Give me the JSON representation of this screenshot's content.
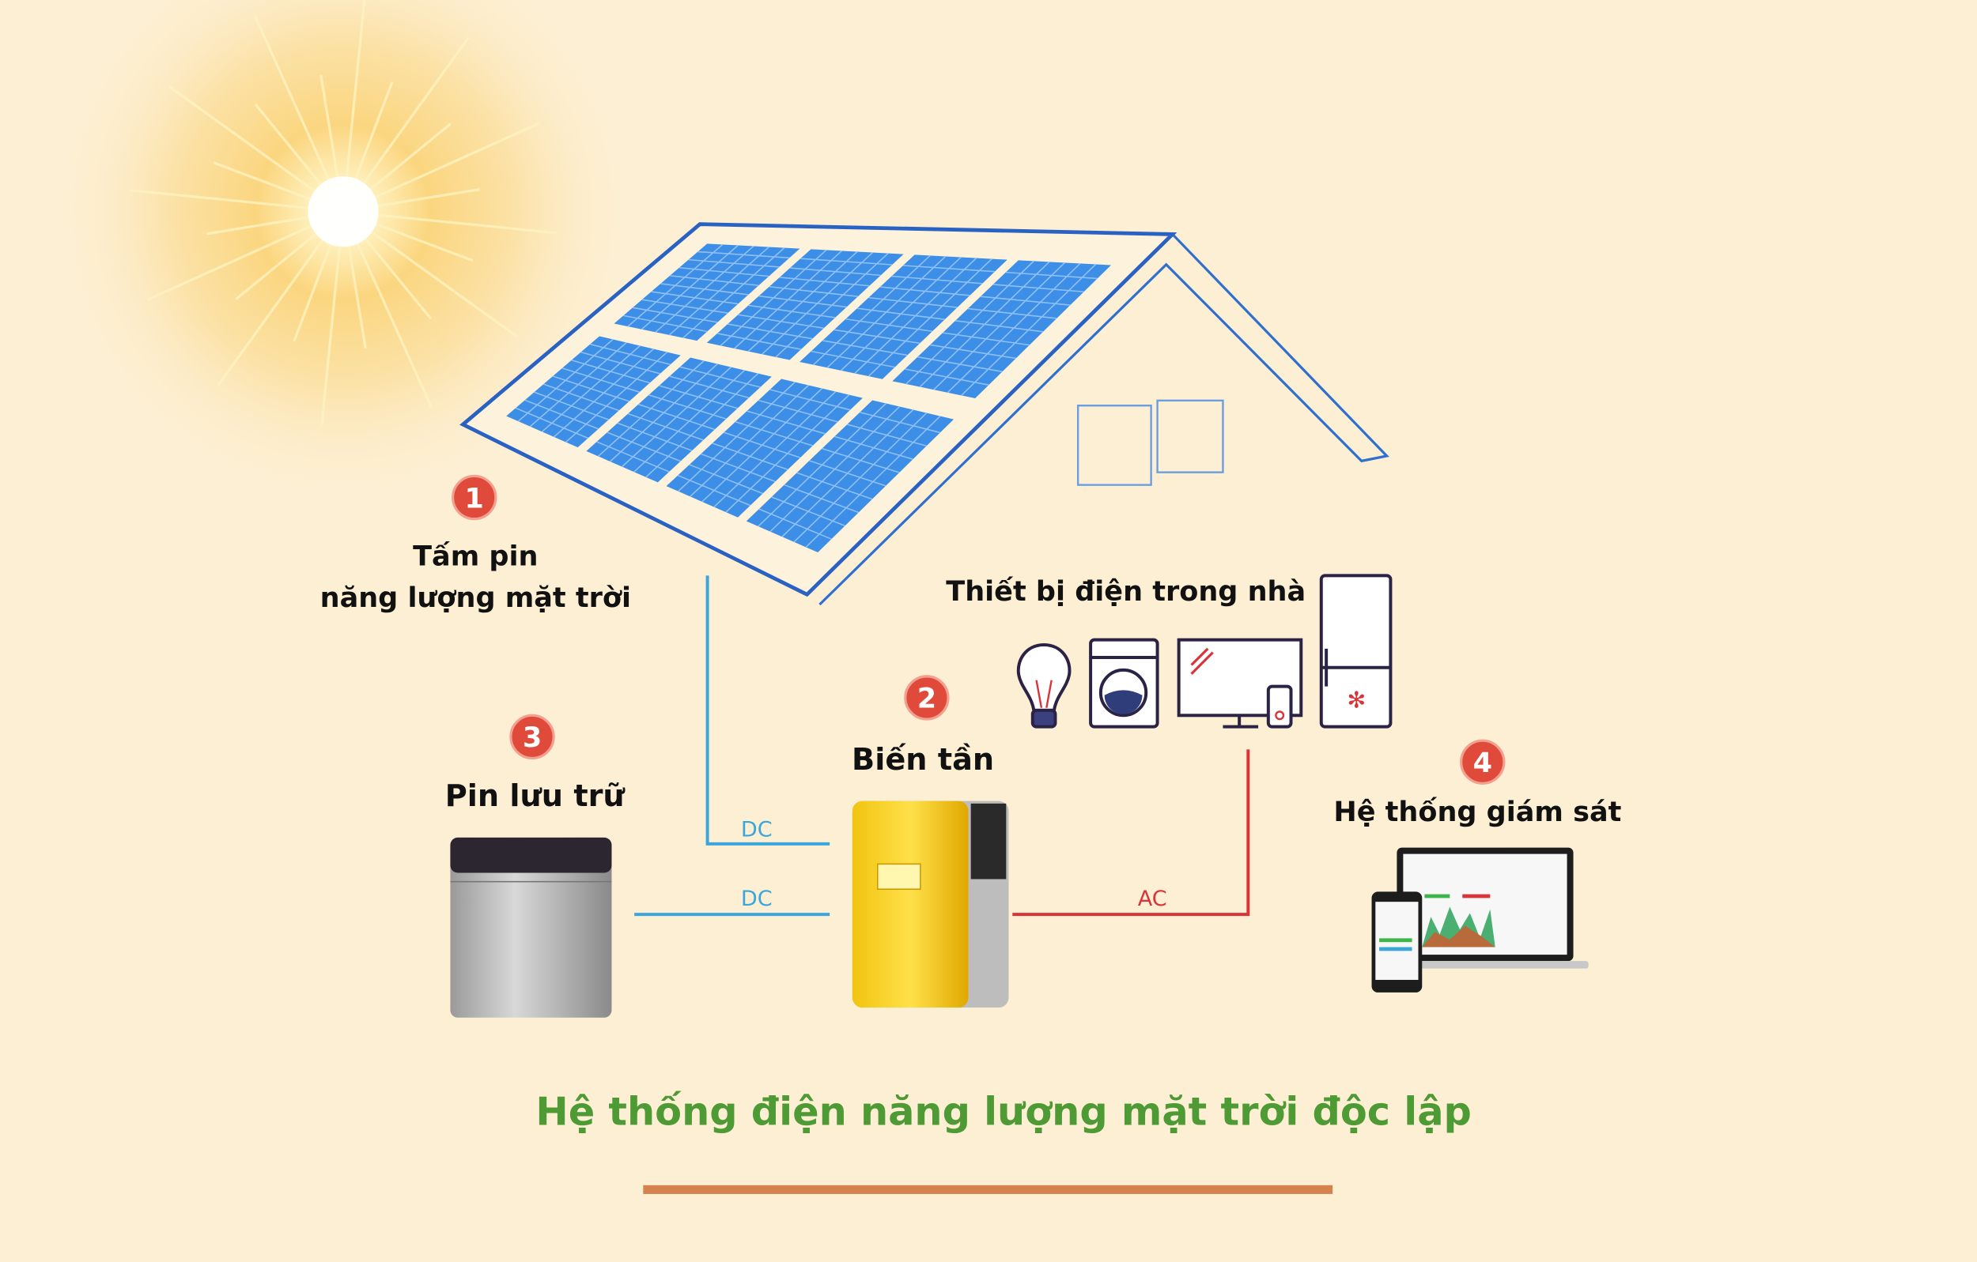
{
  "labels": {
    "panel_line1": "Tấm pin",
    "panel_line2": "năng lượng mặt trời",
    "appliances": "Thiết bị điện trong nhà",
    "inverter": "Biến tần",
    "battery": "Pin lưu trữ",
    "monitoring": "Hệ thống giám sát"
  },
  "badges": [
    "1",
    "2",
    "3",
    "4"
  ],
  "wires": {
    "panel_to_inverter": "DC",
    "battery_to_inverter": "DC",
    "inverter_to_home": "AC"
  },
  "title": "Hệ thống điện năng lượng mặt trời độc lập",
  "colors": {
    "background": "#fdefd3",
    "badge": "#e04a3a",
    "dc_wire": "#3aa6dc",
    "ac_wire": "#d9343a",
    "title": "#4e9a34",
    "underline": "#d6824f",
    "panel": "#3d8ee6"
  }
}
